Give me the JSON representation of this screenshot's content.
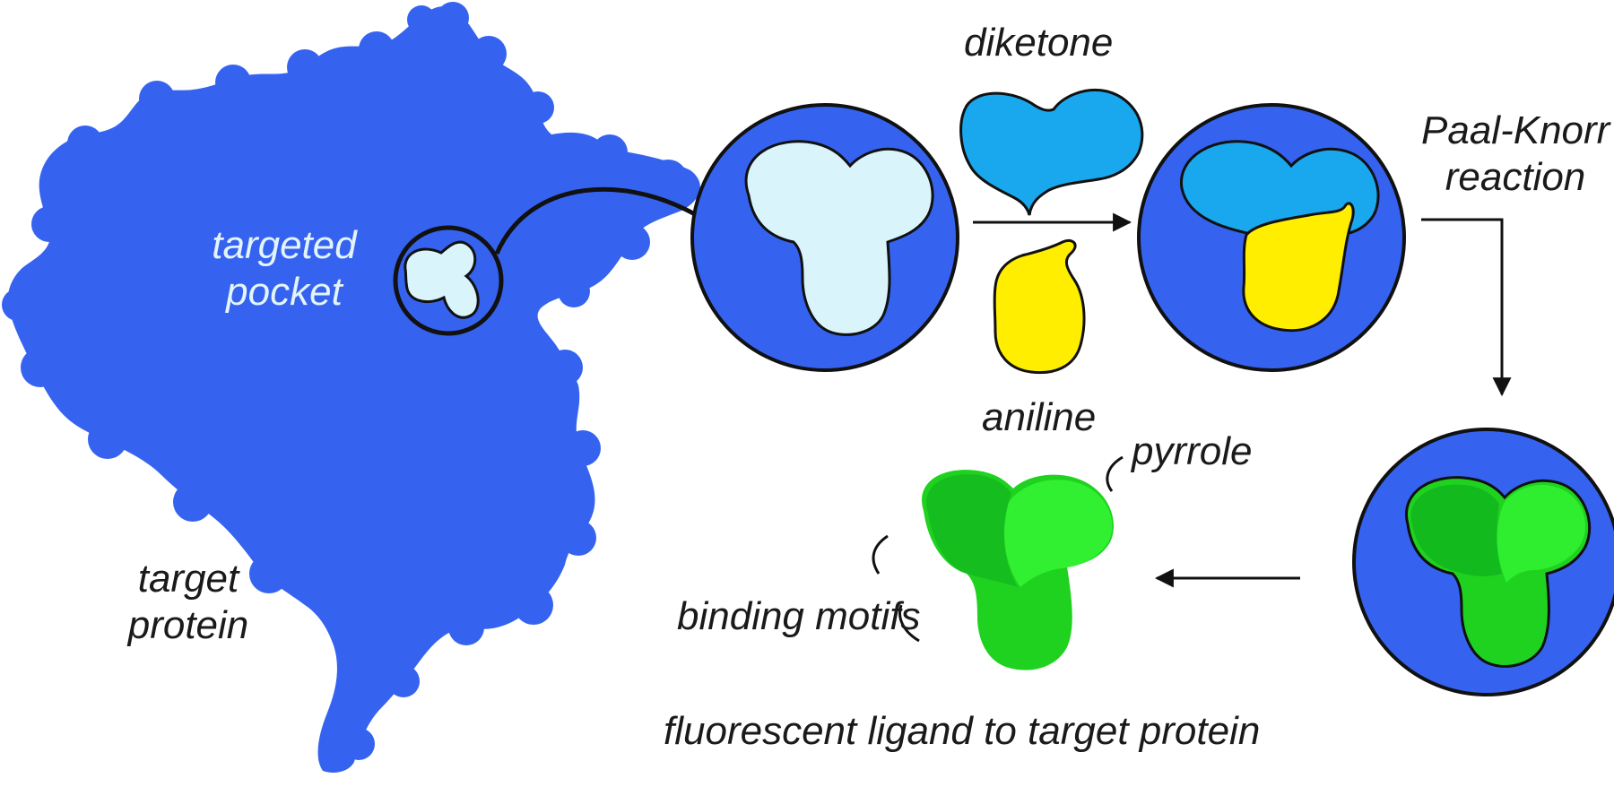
{
  "labels": {
    "targeted_pocket": [
      "targeted",
      "pocket"
    ],
    "target_protein": [
      "target",
      "protein"
    ],
    "diketone": "diketone",
    "aniline": "aniline",
    "paal_knorr": [
      "Paal-Knorr",
      "reaction"
    ],
    "pyrrole": "pyrrole",
    "binding_motifs": "binding motifs",
    "fluorescent_ligand": "fluorescent ligand to target protein"
  },
  "colors": {
    "protein_blue": "#3563f0",
    "pocket_light": "#d9f4fb",
    "diketone_cyan": "#19a8ee",
    "aniline_yellow": "#ffee00",
    "ligand_green": "#1fd21f",
    "ligand_bright_green": "#33f233",
    "ligand_dark_green": "#0aa51c",
    "outline": "#111111"
  }
}
